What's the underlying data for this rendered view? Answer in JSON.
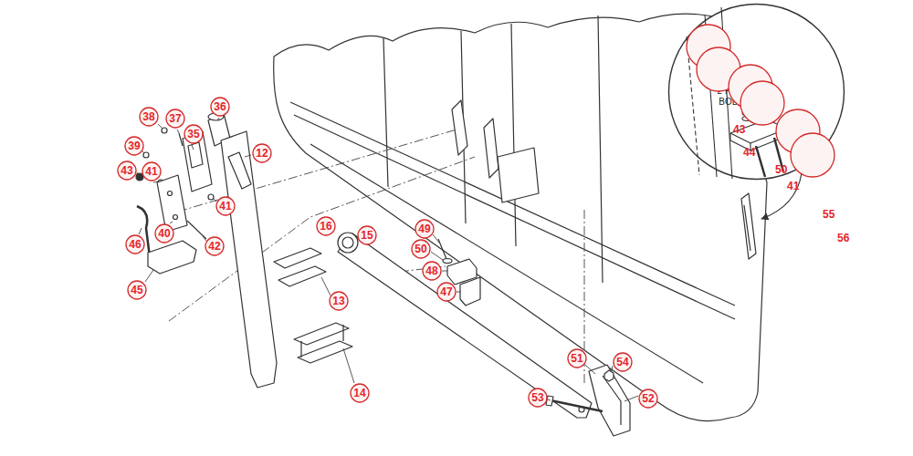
{
  "diagram": {
    "nodes": [
      {
        "text": [
          "2 PER BOLT"
        ]
      },
      {
        "text": [
          "43"
        ],
        "in": 0
      },
      {
        "text": [
          "44"
        ],
        "in": 0
      },
      {
        "text": [
          "50"
        ],
        "in": 0
      },
      {
        "text": [
          "41"
        ],
        "in": 0
      },
      {
        "text": [
          "55"
        ],
        "in": 0
      },
      {
        "text": [
          "56"
        ],
        "in": 0
      },
      {
        "text": [
          "36"
        ]
      },
      {
        "text": [
          "38"
        ]
      },
      {
        "text": [
          "37"
        ]
      },
      {
        "text": [
          "35"
        ]
      },
      {
        "text": [
          "39"
        ]
      },
      {
        "text": [
          "12"
        ]
      },
      {
        "text": [
          "43"
        ]
      },
      {
        "text": [
          "41"
        ]
      },
      {
        "text": [
          "41"
        ]
      },
      {
        "text": [
          "16"
        ]
      },
      {
        "text": [
          "49"
        ]
      },
      {
        "text": [
          "40"
        ]
      },
      {
        "text": [
          "15"
        ]
      },
      {
        "text": [
          "46"
        ]
      },
      {
        "text": [
          "42"
        ]
      },
      {
        "text": [
          "50"
        ]
      },
      {
        "text": [
          "48"
        ]
      },
      {
        "text": [
          "13"
        ]
      },
      {
        "text": [
          "45"
        ]
      },
      {
        "text": [
          "47"
        ]
      },
      {
        "text": [
          "51"
        ]
      },
      {
        "text": [
          "54"
        ]
      },
      {
        "text": [
          "53"
        ]
      },
      {
        "text": [
          "52"
        ]
      },
      {
        "text": [
          "14"
        ]
      }
    ],
    "edges": []
  }
}
